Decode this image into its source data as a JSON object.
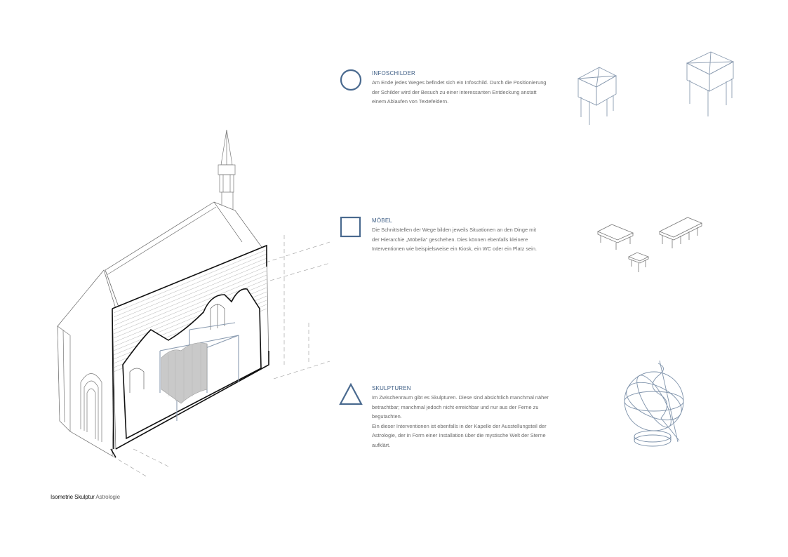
{
  "caption": {
    "label": "Isometrie Skulptur",
    "highlight": "Astrologie"
  },
  "accent_color": "#4a6a8f",
  "sections": [
    {
      "icon": "circle-icon",
      "title": "INFOSCHILDER",
      "body": "Am Ende jedes Weges befindet sich ein Infoschild. Durch die Positionierung\nder Schilder wird der Besuch zu einer interessanten Entdeckung anstatt\neinem Ablaufen von Textefeldern."
    },
    {
      "icon": "square-icon",
      "title": "MÖBEL",
      "body": "Die Schnittstellen der Wege bilden jeweils Situationen an den Dinge mit\nder Hierarchie „Möbelia“ geschehen. Dies können ebenfalls kleinere\nInterventionen wie beispielsweise ein Kiosk, ein WC oder ein Platz sein."
    },
    {
      "icon": "triangle-icon",
      "title": "SKULPTUREN",
      "body": "Im Zwischenraum gibt es Skulpturen. Diese sind absichtlich manchmal näher\nbetrachtbar; manchmal jedoch nicht erreichbar und nur aus der Ferne zu\nbegutachten.\nEin dieser Interventionen ist ebenfalls in der Kapelle der Ausstellungsteil der\nAstrologie, der in Form einer Installation über die mystische Welt der Sterne\naufklärt."
    }
  ]
}
